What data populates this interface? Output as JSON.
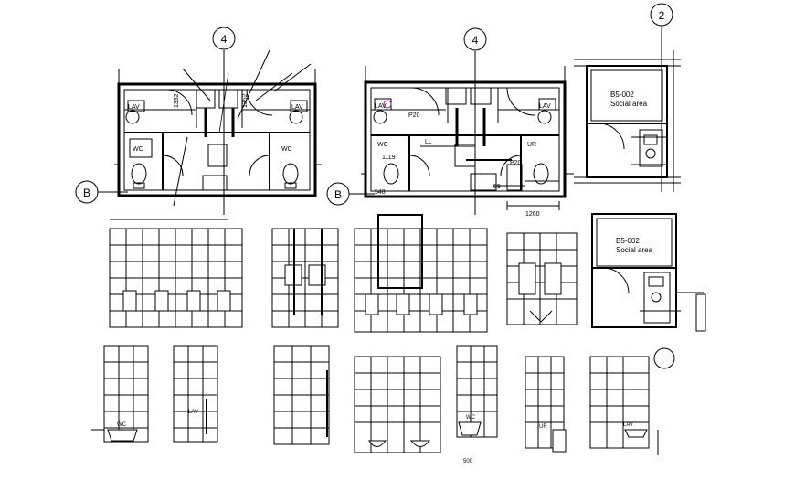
{
  "grid_bubbles": {
    "four_left": "4",
    "four_right": "4",
    "two": "2",
    "b_left": "B",
    "b_right": "B"
  },
  "plan_left": {
    "lav_1": "LAV",
    "lav_2": "LAV",
    "wc_left": "WC",
    "wc_right": "WC",
    "dim_a": "1352",
    "dim_b": "1332"
  },
  "plan_right": {
    "lav_1": "LAV",
    "lav_2": "LAV",
    "p20": "P20",
    "p20b": "P20",
    "dim_1119": "1119",
    "dim_548": "548",
    "dim_89": "89",
    "dim_1260": "1260",
    "label_ll": "LL",
    "wc": "WC",
    "ur": "UR"
  },
  "social_area_top": {
    "code": "B5-002",
    "name": "Social area"
  },
  "social_area_bottom": {
    "code": "B5-002",
    "name": "Social area"
  },
  "elevations": {
    "wc_1": "WC",
    "wc_2": "WC",
    "lav_1": "LAV",
    "lav_2": "LAV",
    "ur": "UR",
    "dim_500": "500"
  }
}
